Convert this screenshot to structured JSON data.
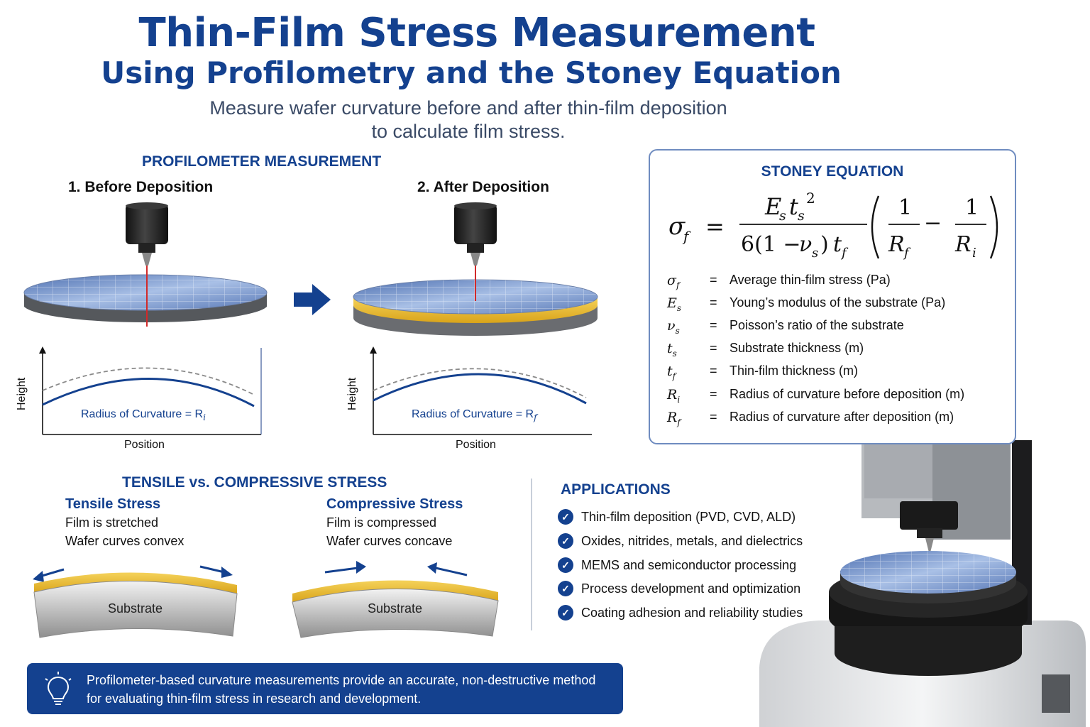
{
  "title_line1": "Thin-Film Stress Measurement",
  "title_line2": "Using Profilometry and the Stoney Equation",
  "subtitle_line1": "Measure wafer curvature before and after thin-film deposition",
  "subtitle_line2": "to calculate film stress.",
  "profilometer": {
    "heading": "PROFILOMETER MEASUREMENT",
    "before_label": "1. Before Deposition",
    "after_label": "2. After Deposition",
    "y_axis": "Height",
    "x_axis": "Position",
    "before_curve_label": "Radius of Curvature = R",
    "before_curve_sub": "i",
    "after_curve_label": "Radius of Curvature = R",
    "after_curve_sub": "f"
  },
  "stoney": {
    "heading": "STONEY EQUATION",
    "legend": [
      {
        "sym": "σ",
        "sub": "f",
        "eq": "=",
        "desc": "Average thin-film stress (Pa)"
      },
      {
        "sym": "E",
        "sub": "s",
        "eq": "=",
        "desc": "Young’s modulus of the substrate (Pa)"
      },
      {
        "sym": "ν",
        "sub": "s",
        "eq": "=",
        "desc": "Poisson’s ratio of the substrate"
      },
      {
        "sym": "t",
        "sub": "s",
        "eq": "=",
        "desc": "Substrate thickness (m)"
      },
      {
        "sym": "t",
        "sub": "f",
        "eq": "=",
        "desc": "Thin-film thickness (m)"
      },
      {
        "sym": "R",
        "sub": "i",
        "eq": "=",
        "desc": "Radius of curvature before deposition (m)"
      },
      {
        "sym": "R",
        "sub": "f",
        "eq": "=",
        "desc": "Radius of curvature after deposition (m)"
      }
    ]
  },
  "stress": {
    "heading": "TENSILE vs. COMPRESSIVE STRESS",
    "tensile": {
      "title": "Tensile Stress",
      "line1": "Film is stretched",
      "line2": "Wafer curves convex",
      "substrate": "Substrate"
    },
    "compressive": {
      "title": "Compressive Stress",
      "line1": "Film is compressed",
      "line2": "Wafer curves concave",
      "substrate": "Substrate"
    }
  },
  "applications": {
    "heading": "APPLICATIONS",
    "items": [
      "Thin-film deposition (PVD, CVD, ALD)",
      "Oxides, nitrides, metals, and dielectrics",
      "MEMS and semiconductor processing",
      "Process development and optimization",
      "Coating adhesion and reliability studies"
    ]
  },
  "footer": {
    "line1": "Profilometer-based curvature measurements provide an accurate, non-destructive method",
    "line2": "for evaluating thin-film stress in research and development."
  },
  "colors": {
    "brand": "#14418f",
    "film": "#e8b92a",
    "wafer": "#7f9fd4"
  }
}
